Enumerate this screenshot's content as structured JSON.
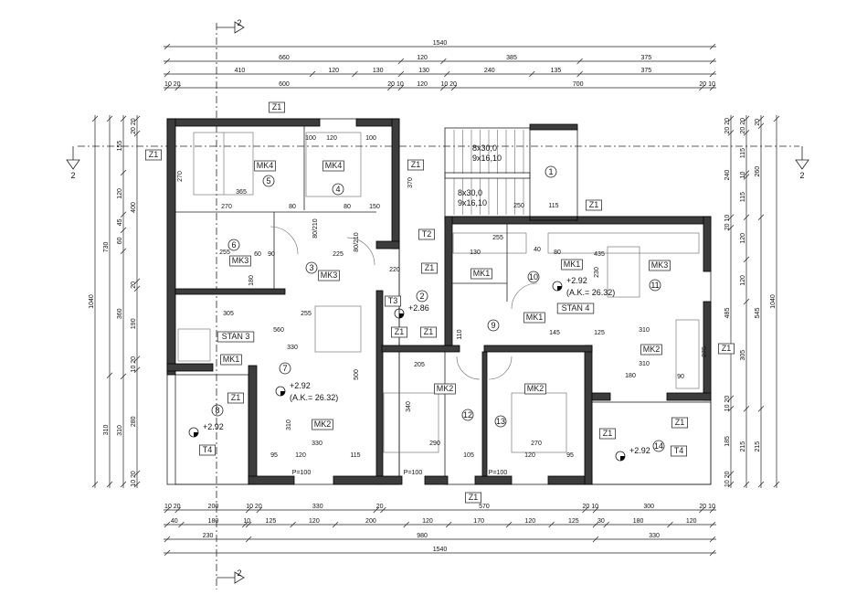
{
  "drawing": {
    "section_marker": "2",
    "dims_top": [
      {
        "labels": [
          "1540"
        ],
        "values": [
          1540
        ]
      },
      {
        "labels": [
          "660",
          "120",
          "385",
          "375"
        ],
        "values": [
          660,
          120,
          385,
          375
        ]
      },
      {
        "labels": [
          "410",
          "120",
          "130",
          "130",
          "240",
          "135",
          "375"
        ],
        "values": [
          410,
          120,
          130,
          130,
          240,
          135,
          375
        ]
      },
      {
        "labels": [
          "10 20",
          "600",
          "20 10",
          "120",
          "10 20",
          "700",
          "20 10"
        ],
        "values": [
          30,
          600,
          30,
          120,
          30,
          700,
          30
        ]
      }
    ],
    "dims_bottom": [
      {
        "labels": [
          "10 20",
          "200",
          "10 20",
          "330",
          "20",
          "570",
          "20 10",
          "300",
          "20 10"
        ],
        "values": [
          30,
          200,
          30,
          330,
          20,
          570,
          30,
          300,
          30
        ]
      },
      {
        "labels": [
          "40",
          "180",
          "10",
          "125",
          "120",
          "200",
          "120",
          "170",
          "120",
          "125",
          "30",
          "180",
          "120"
        ],
        "values": [
          40,
          180,
          10,
          125,
          120,
          200,
          120,
          170,
          120,
          125,
          30,
          180,
          120
        ]
      },
      {
        "labels": [
          "230",
          "980",
          "330"
        ],
        "values": [
          230,
          980,
          330
        ]
      },
      {
        "labels": [
          "1540"
        ],
        "values": [
          1540
        ]
      }
    ],
    "dims_left": [
      {
        "labels": [
          "1040"
        ],
        "values": [
          1040
        ]
      },
      {
        "labels": [
          "730",
          "310"
        ],
        "values": [
          730,
          310
        ]
      },
      {
        "labels": [
          "155",
          "120",
          "45",
          "60",
          "360",
          "310"
        ],
        "values": [
          155,
          120,
          45,
          60,
          360,
          310
        ]
      },
      {
        "labels": [
          "20 20",
          "400",
          "20",
          "190",
          "10 20",
          "280",
          "10 20"
        ],
        "values": [
          40,
          400,
          20,
          190,
          30,
          280,
          30
        ]
      }
    ],
    "dims_right": [
      {
        "labels": [
          "20 20",
          "240",
          "20 10",
          "485",
          "10 20",
          "185",
          "10 20"
        ],
        "values": [
          40,
          240,
          30,
          485,
          30,
          185,
          30
        ]
      },
      {
        "labels": [
          "20 20",
          "115",
          "10",
          "115",
          "120",
          "120",
          "305",
          "215"
        ],
        "values": [
          40,
          115,
          10,
          115,
          120,
          120,
          305,
          215
        ]
      },
      {
        "labels": [
          "20",
          "260",
          "545",
          "215"
        ],
        "values": [
          20,
          260,
          545,
          215
        ]
      },
      {
        "labels": [
          "1040"
        ],
        "values": [
          1040
        ]
      }
    ],
    "room_codes": [
      "MK4",
      "MK4",
      "MK3",
      "MK3",
      "MK1",
      "MK1",
      "MK3",
      "MK1",
      "MK1",
      "MK2",
      "MK2",
      "MK2",
      "MK2",
      "T2",
      "T3",
      "T4",
      "T4"
    ],
    "apartments": [
      "STAN 3",
      "STAN 4"
    ],
    "wall_tags": [
      "Z1",
      "Z1",
      "Z1",
      "Z1",
      "Z1",
      "Z1",
      "Z1",
      "Z1",
      "Z1",
      "Z1",
      "Z1",
      "Z1"
    ],
    "room_numbers": [
      "1",
      "2",
      "3",
      "4",
      "5",
      "6",
      "7",
      "8",
      "9",
      "10",
      "11",
      "12",
      "13",
      "14"
    ],
    "levels": [
      "+2.92",
      "(A.K.= 26.32)",
      "+2.86",
      "+2.92",
      "(A.K.= 26.32)",
      "+2.92",
      "+2.92"
    ],
    "stairs": [
      "8x30,0",
      "9x16,10",
      "8x30,0",
      "9x16,10"
    ],
    "inner_dims": [
      "270",
      "365",
      "270",
      "80",
      "80",
      "150",
      "120",
      "100",
      "255",
      "60",
      "90",
      "225",
      "180",
      "305",
      "255",
      "560",
      "330",
      "330",
      "95",
      "120",
      "115",
      "310",
      "500",
      "255",
      "130",
      "40",
      "80",
      "435",
      "230",
      "145",
      "125",
      "110",
      "310",
      "180",
      "310",
      "90",
      "205",
      "340",
      "290",
      "105",
      "270",
      "120",
      "95",
      "275",
      "250",
      "115",
      "370",
      "P=100",
      "P=100",
      "P=100",
      "80/210",
      "80/210",
      "100",
      "220"
    ]
  }
}
